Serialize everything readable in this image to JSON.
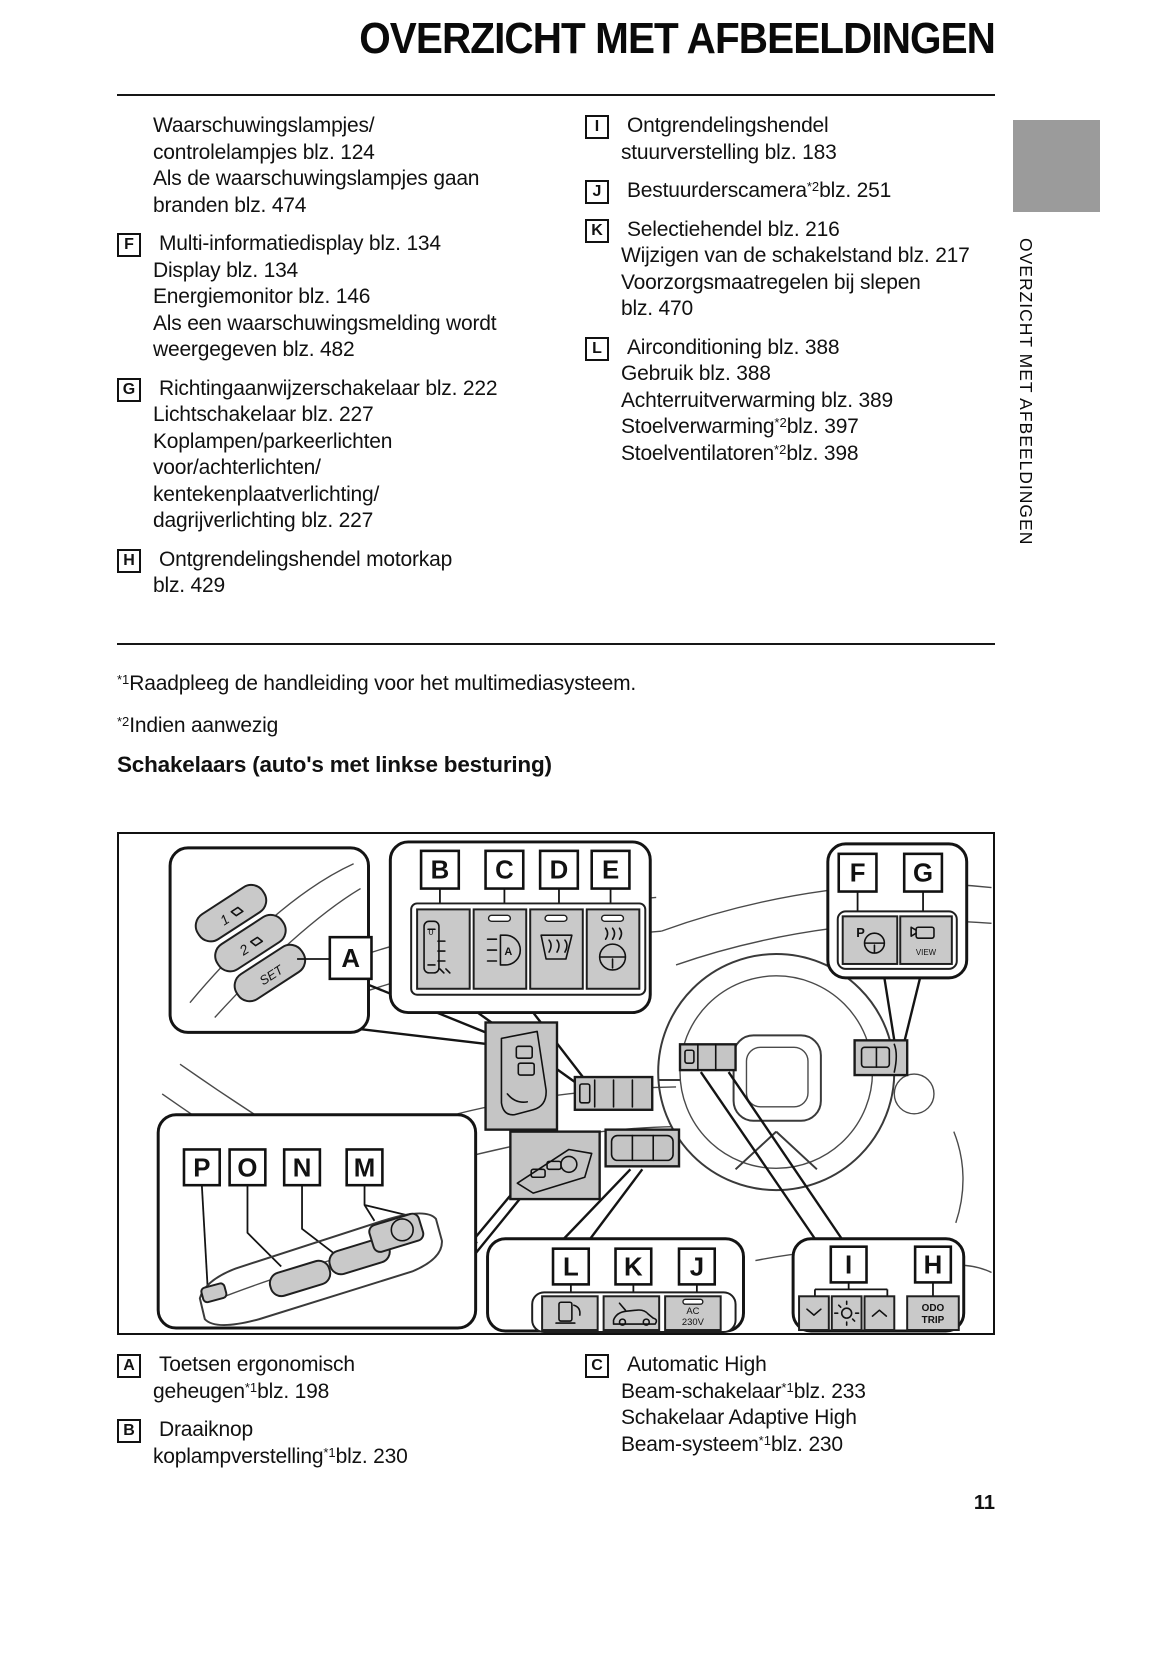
{
  "page": {
    "title": "OVERZICHT MET AFBEELDINGEN",
    "sidebar_vertical_text": "OVERZICHT MET AFBEELDINGEN",
    "page_number": "11",
    "footnote_1": "^*1^Raadpleeg de handleiding voor het multimediasysteem.",
    "footnote_2": "^*2^Indien aanwezig",
    "section_heading": "Schakelaars (auto's met linkse besturing)",
    "accent_gray_tab": "#9b9b9b"
  },
  "index": {
    "left": [
      {
        "letter": "",
        "lines": [
          "Waarschuwingslampjes/",
          "controlelampjes blz. 124",
          "Als de waarschuwingslampjes gaan",
          "branden blz. 474"
        ]
      },
      {
        "letter": "F",
        "lines": [
          "Multi-informatiedisplay blz. 134",
          "Display blz. 134",
          "Energiemonitor blz. 146",
          "Als een waarschuwingsmelding wordt",
          "weergegeven blz. 482"
        ]
      },
      {
        "letter": "G",
        "lines": [
          "Richtingaanwijzerschakelaar blz. 222",
          "Lichtschakelaar blz. 227",
          "Koplampen/parkeerlichten",
          "voor/achterlichten/",
          "kentekenplaatverlichting/",
          "dagrijverlichting blz. 227"
        ]
      },
      {
        "letter": "H",
        "lines": [
          "Ontgrendelingshendel motorkap",
          "blz. 429"
        ]
      }
    ],
    "right": [
      {
        "letter": "I",
        "lines": [
          "Ontgrendelingshendel",
          "stuurverstelling blz. 183"
        ]
      },
      {
        "letter": "J",
        "lines": [
          "Bestuurderscamera^*2^blz. 251"
        ]
      },
      {
        "letter": "K",
        "lines": [
          "Selectiehendel blz. 216",
          "Wijzigen van de schakelstand blz. 217",
          "Voorzorgsmaatregelen bij slepen",
          "blz. 470"
        ]
      },
      {
        "letter": "L",
        "lines": [
          "Airconditioning blz. 388",
          "Gebruik blz. 388",
          "Achterruitverwarming blz. 389",
          "Stoelverwarming^*2^blz. 397",
          "Stoelventilatoren^*2^blz. 398"
        ]
      }
    ]
  },
  "bottom_index": {
    "left": [
      {
        "letter": "A",
        "lines": [
          "Toetsen ergonomisch",
          "geheugen^*1^blz. 198"
        ]
      },
      {
        "letter": "B",
        "lines": [
          "Draaiknop",
          "koplampverstelling^*1^blz. 230"
        ]
      }
    ],
    "right": [
      {
        "letter": "C",
        "lines": [
          "Automatic High",
          "Beam-schakelaar^*1^blz. 233",
          "Schakelaar Adaptive High",
          "Beam-systeem^*1^blz. 230"
        ]
      }
    ]
  },
  "diagram": {
    "letters": {
      "A": "A",
      "B": "B",
      "C": "C",
      "D": "D",
      "E": "E",
      "F": "F",
      "G": "G",
      "H": "H",
      "I": "I",
      "J": "J",
      "K": "K",
      "L": "L",
      "M": "M",
      "N": "N",
      "O": "O",
      "P": "P"
    },
    "texts": {
      "seat1": "1",
      "seat2": "2",
      "set": "SET",
      "dial_zero": "0",
      "auto_a": "A",
      "park": "P",
      "view": "VIEW",
      "ac1": "AC",
      "ac2": "230V",
      "odo1": "ODO",
      "odo2": "TRIP"
    }
  }
}
